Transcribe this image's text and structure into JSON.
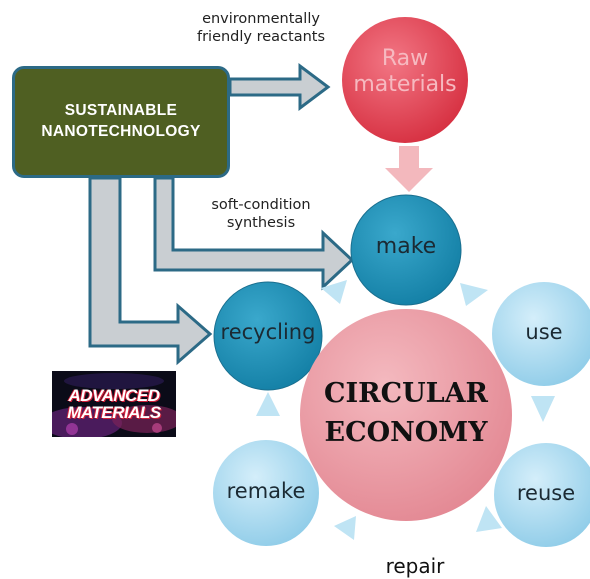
{
  "source_box": {
    "line1": "SUSTAINABLE",
    "line2": "NANOTECHNOLOGY"
  },
  "arrow_labels": {
    "reactants_line1": "environmentally",
    "reactants_line2": "friendly reactants",
    "synthesis_line1": "soft-condition",
    "synthesis_line2": "synthesis",
    "repair": "repair"
  },
  "nodes": {
    "raw_line1": "Raw",
    "raw_line2": "materials",
    "make": "make",
    "recycling": "recycling",
    "use": "use",
    "reuse": "reuse",
    "remake": "remake"
  },
  "center": {
    "line1": "CIRCULAR",
    "line2": "ECONOMY"
  },
  "journal_logo": {
    "line1": "ADVANCED",
    "line2": "MATERIALS"
  },
  "colors": {
    "source_box_fill": "#4f5f22",
    "outline_blue": "#2c6a86",
    "raw_materials": "#e04553",
    "node_dark_blue": "#1d8fb5",
    "node_light_blue": "#a9daf0",
    "circular_economy": "#eda0a8",
    "cycle_arrows": "#bfe4f4",
    "raw_to_make_arrow": "#f3b8bd"
  }
}
